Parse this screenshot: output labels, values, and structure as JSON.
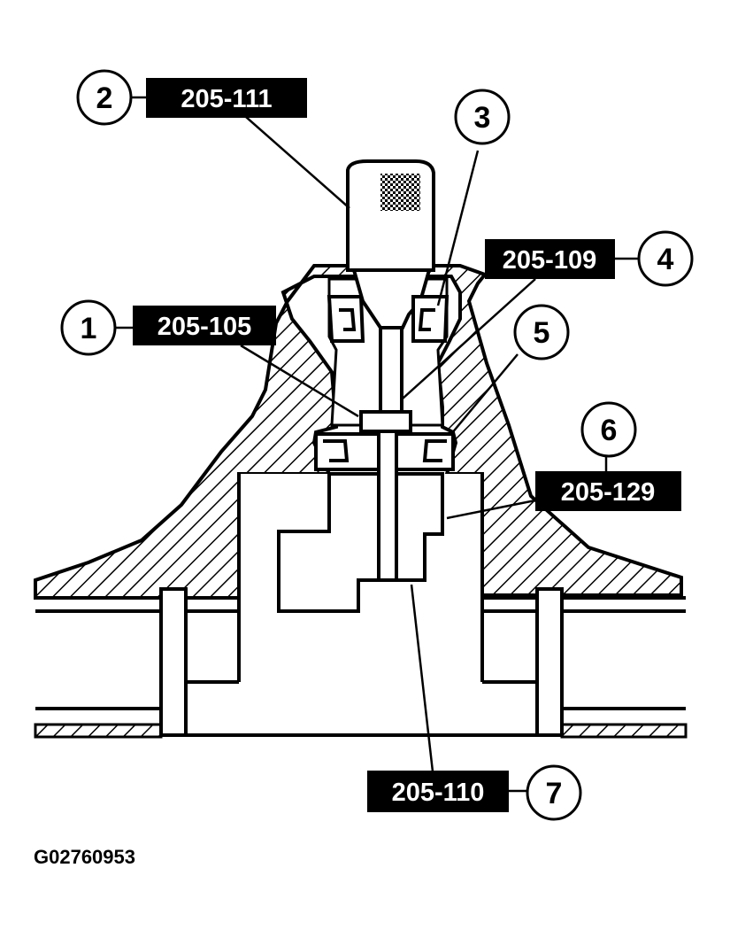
{
  "callouts": [
    {
      "number": "1",
      "tool": "205-105"
    },
    {
      "number": "2",
      "tool": "205-111"
    },
    {
      "number": "3",
      "tool": ""
    },
    {
      "number": "4",
      "tool": "205-109"
    },
    {
      "number": "5",
      "tool": ""
    },
    {
      "number": "6",
      "tool": "205-129"
    },
    {
      "number": "7",
      "tool": "205-110"
    }
  ],
  "figure_id": "G02760953",
  "colors": {
    "ink": "#000000",
    "paper": "#ffffff"
  }
}
